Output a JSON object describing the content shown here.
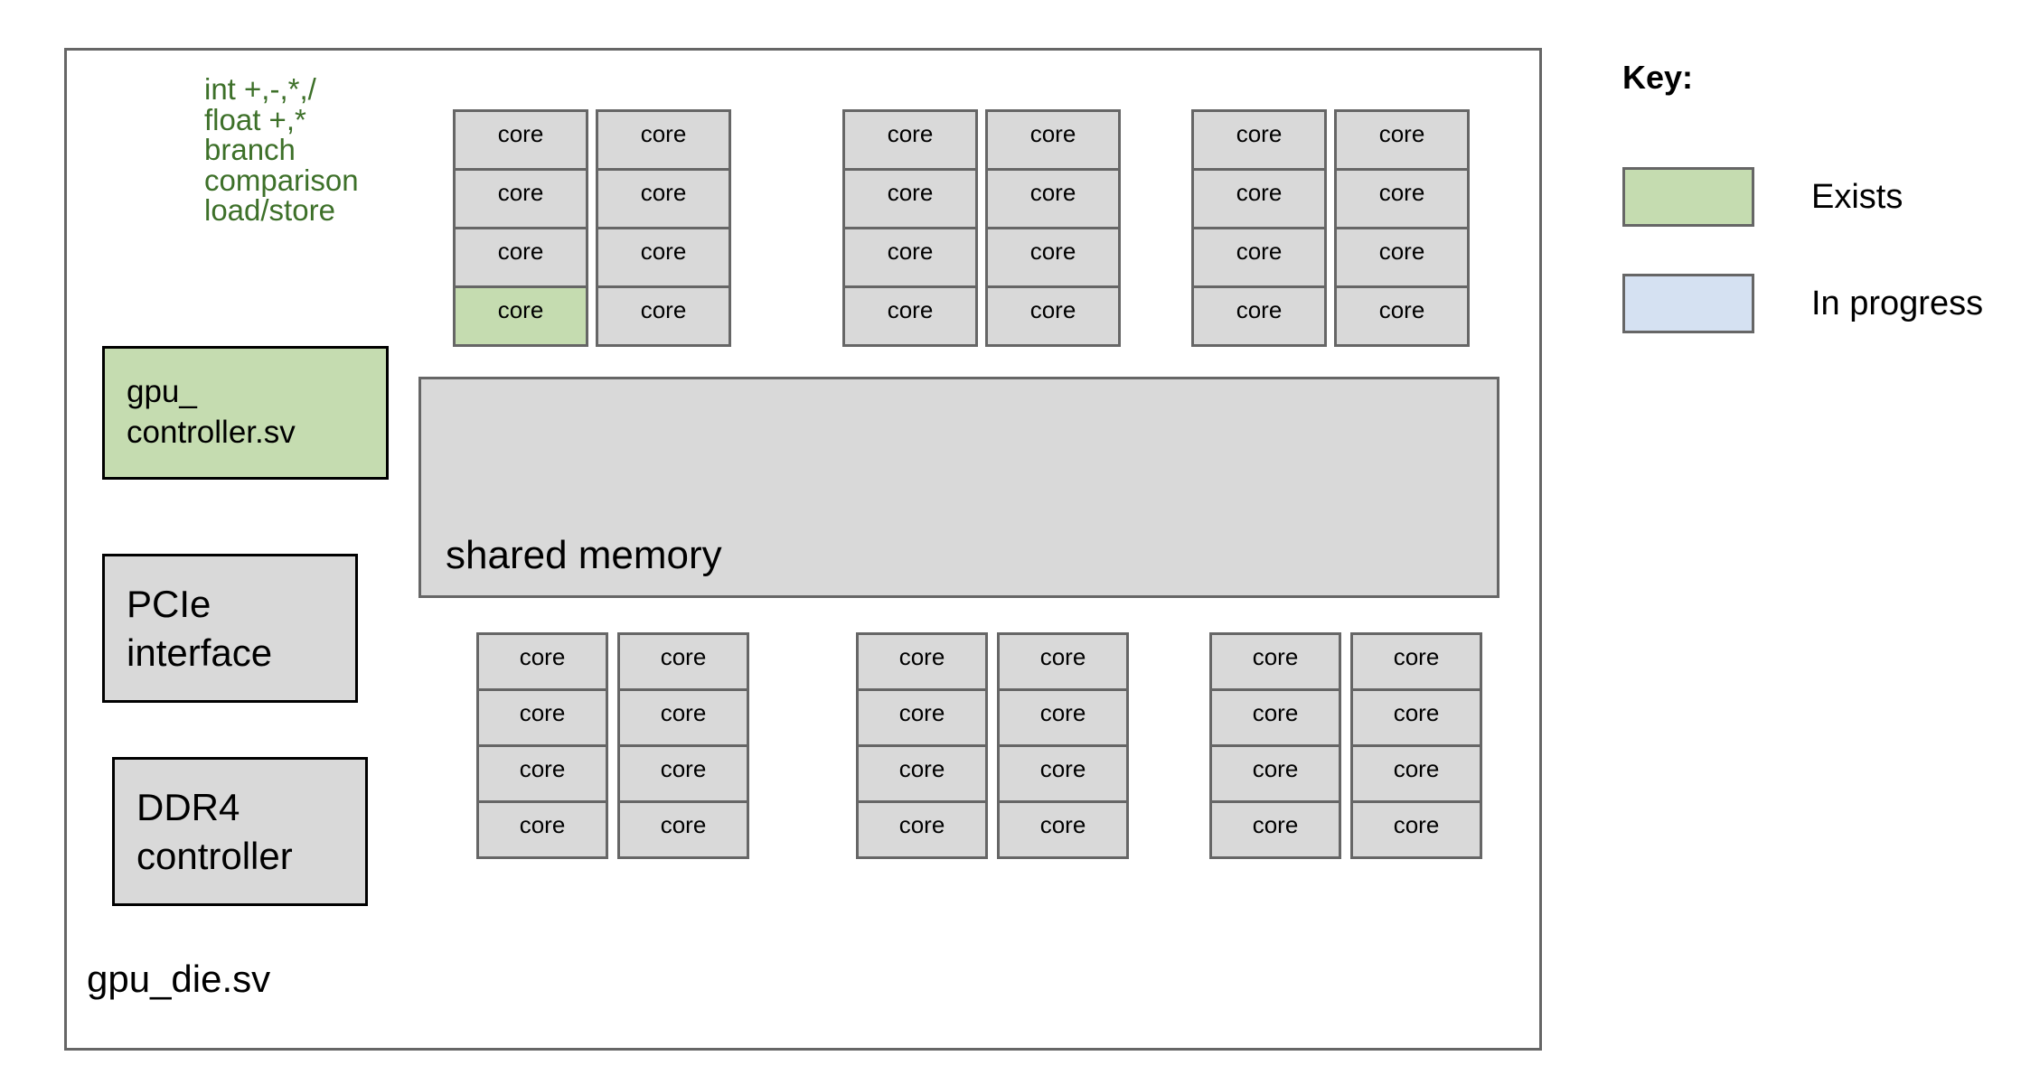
{
  "diagram": {
    "die": {
      "label": "gpu_die.sv"
    },
    "isa_note": {
      "lines": [
        "int +,-,*,/",
        "float +,*",
        "branch",
        "comparison",
        "load/store"
      ],
      "color": "#3d7029"
    },
    "side_blocks": [
      {
        "name": "gpu-controller",
        "label": "gpu_\ncontroller.sv",
        "status": "exists",
        "fill": "#c5dcb0"
      },
      {
        "name": "pcie-interface",
        "label": "PCIe\ninterface",
        "status": "none",
        "fill": "#d9d9d9"
      },
      {
        "name": "ddr4-controller",
        "label": "DDR4\ncontroller",
        "status": "none",
        "fill": "#d9d9d9"
      }
    ],
    "shared_memory": {
      "label": "shared memory",
      "fill": "#d9d9d9"
    },
    "core_label": "core",
    "clusters": [
      {
        "name": "cluster-top-0",
        "position": "top",
        "columns": [
          [
            "none",
            "none",
            "none",
            "exists"
          ],
          [
            "none",
            "none",
            "none",
            "none"
          ]
        ]
      },
      {
        "name": "cluster-top-1",
        "position": "top",
        "columns": [
          [
            "none",
            "none",
            "none",
            "none"
          ],
          [
            "none",
            "none",
            "none",
            "none"
          ]
        ]
      },
      {
        "name": "cluster-top-2",
        "position": "top",
        "columns": [
          [
            "none",
            "none",
            "none",
            "none"
          ],
          [
            "none",
            "none",
            "none",
            "none"
          ]
        ]
      },
      {
        "name": "cluster-bot-0",
        "position": "bottom",
        "columns": [
          [
            "none",
            "none",
            "none",
            "none"
          ],
          [
            "none",
            "none",
            "none",
            "none"
          ]
        ]
      },
      {
        "name": "cluster-bot-1",
        "position": "bottom",
        "columns": [
          [
            "none",
            "none",
            "none",
            "none"
          ],
          [
            "none",
            "none",
            "none",
            "none"
          ]
        ]
      },
      {
        "name": "cluster-bot-2",
        "position": "bottom",
        "columns": [
          [
            "none",
            "none",
            "none",
            "none"
          ],
          [
            "none",
            "none",
            "none",
            "none"
          ]
        ]
      }
    ]
  },
  "key": {
    "title": "Key:",
    "items": [
      {
        "label": "Exists",
        "color": "#c5dcb0"
      },
      {
        "label": "In progress",
        "color": "#d5e1f2"
      }
    ]
  },
  "colors": {
    "core_fill": "#d9d9d9",
    "core_border": "#666666",
    "exists_fill": "#c5dcb0",
    "in_progress_fill": "#d5e1f2",
    "frame_border": "#666666",
    "block_border": "#000000",
    "text": "#000000",
    "annotation_text": "#3d7029"
  }
}
